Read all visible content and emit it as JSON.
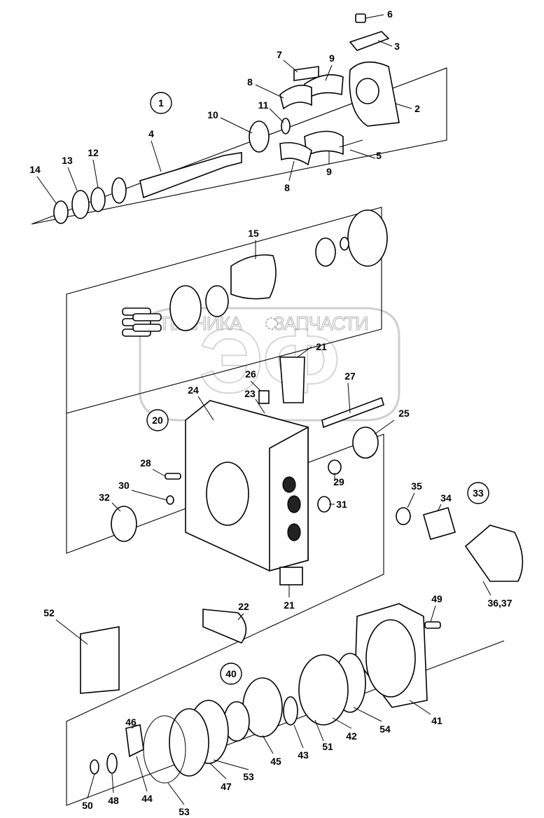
{
  "watermark": {
    "left": "ТЕХНИКА",
    "right": "ЗАПЧАСТИ",
    "logo": "ЭФ",
    "icon": "gear-icon"
  },
  "groups": {
    "g1": "1",
    "g20": "20",
    "g33": "33",
    "g40": "40"
  },
  "labels": {
    "l6": "6",
    "l3": "3",
    "l7": "7",
    "l9a": "9",
    "l8a": "8",
    "l2": "2",
    "l11": "11",
    "l10": "10",
    "l4": "4",
    "l5": "5",
    "l9b": "9",
    "l8b": "8",
    "l13": "13",
    "l12": "12",
    "l14": "14",
    "l15": "15",
    "l21a": "21",
    "l26": "26",
    "l27": "27",
    "l23": "23",
    "l24": "24",
    "l25": "25",
    "l28": "28",
    "l29": "29",
    "l30": "30",
    "l35": "35",
    "l34": "34",
    "l32": "32",
    "l31": "31",
    "l21b": "21",
    "l22": "22",
    "l3637": "36,37",
    "l49": "49",
    "l52": "52",
    "l46": "46",
    "l41": "41",
    "l54": "54",
    "l42": "42",
    "l43": "43",
    "l51": "51",
    "l45": "45",
    "l53a": "53",
    "l47": "47",
    "l44": "44",
    "l48": "48",
    "l53b": "53",
    "l50": "50"
  }
}
